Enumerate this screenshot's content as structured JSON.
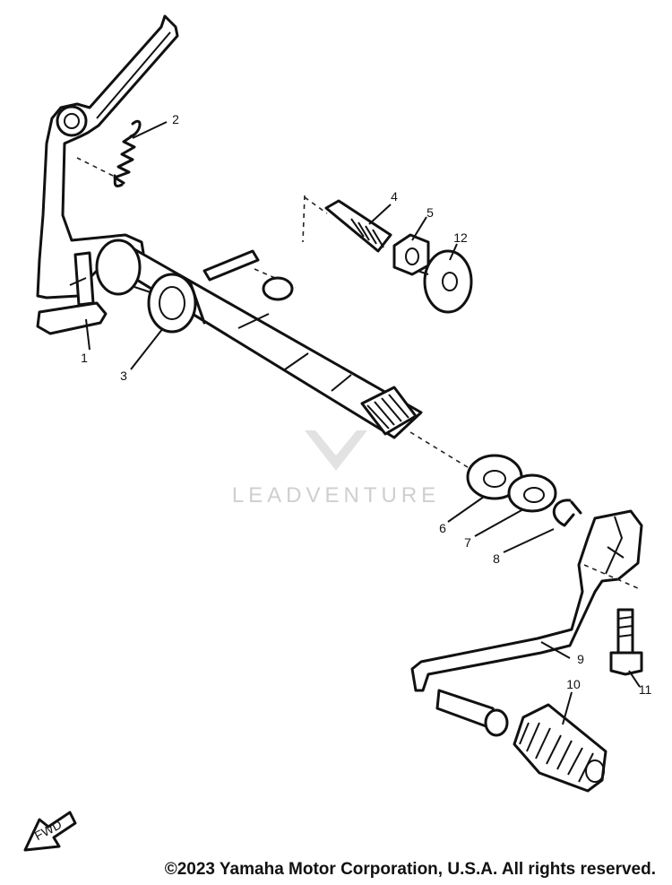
{
  "diagram": {
    "callouts": [
      "1",
      "2",
      "3",
      "4",
      "5",
      "6",
      "7",
      "8",
      "9",
      "10",
      "11",
      "12"
    ],
    "watermark": "LEADVENTURE",
    "fwd_label": "FWD"
  },
  "footer": {
    "copyright": "©2023 Yamaha Motor Corporation, U.S.A. All rights reserved."
  }
}
